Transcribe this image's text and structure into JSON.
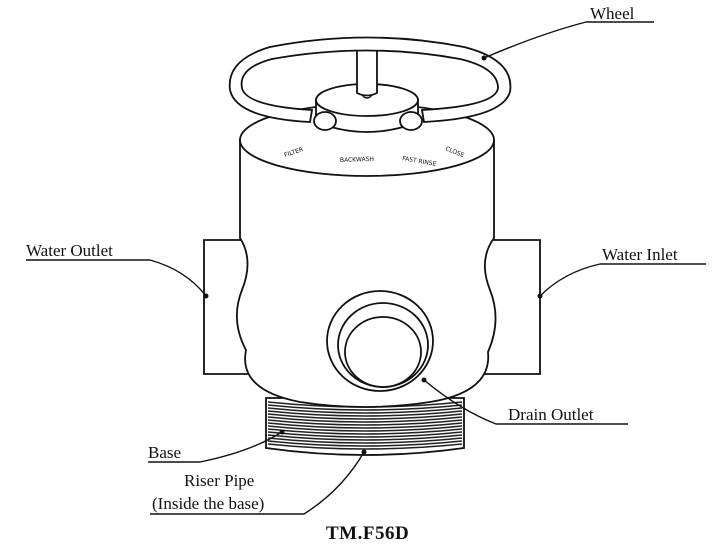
{
  "labels": {
    "wheel": "Wheel",
    "water_outlet": "Water Outlet",
    "water_inlet": "Water Inlet",
    "drain_outlet": "Drain Outlet",
    "base": "Base",
    "riser_pipe": "Riser Pipe",
    "riser_pipe_note": "(Inside the base)"
  },
  "model": "TM.F56D",
  "dial_markings": [
    "FILTER",
    "BACKWASH",
    "FAST RINSE",
    "CLOSE"
  ],
  "colors": {
    "line": "#111111",
    "background": "#ffffff",
    "thread": "#222222"
  }
}
